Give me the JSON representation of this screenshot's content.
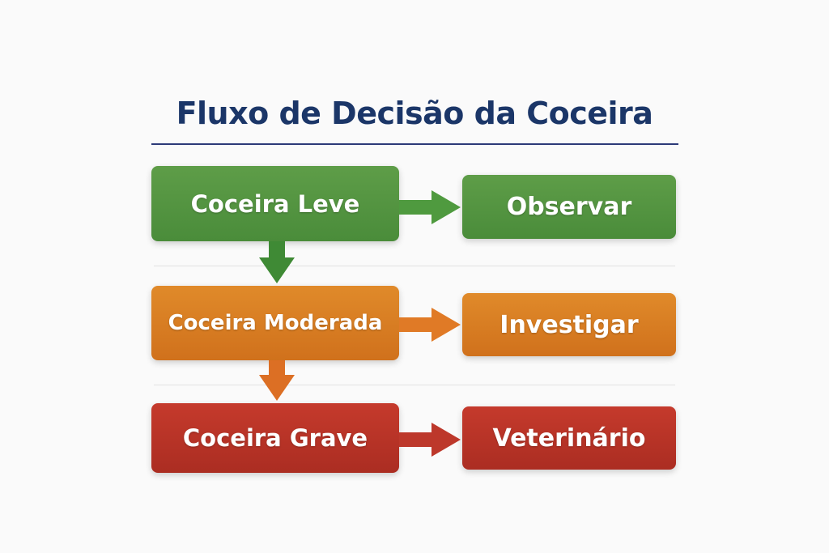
{
  "title": "Fluxo de Decisão da Coceira",
  "rows": [
    {
      "level": "Coceira Leve",
      "action": "Observar",
      "color": "#4f9040"
    },
    {
      "level": "Coceira Moderada",
      "action": "Investigar",
      "color": "#d97b22"
    },
    {
      "level": "Coceira Grave",
      "action": "Veterinário",
      "color": "#b83327"
    }
  ],
  "arrow_colors": {
    "green": "#3f8a35",
    "orange": "#dc6f24",
    "red": "#b8342a"
  }
}
